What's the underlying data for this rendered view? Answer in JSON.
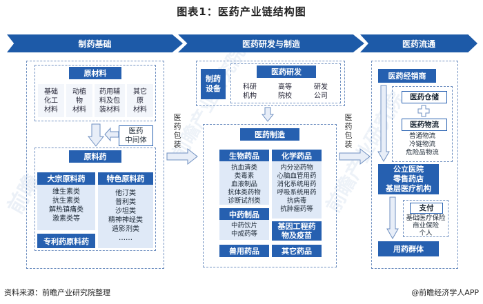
{
  "title": "图表1：医药产业链结构图",
  "stages": [
    "制药基础",
    "医药研发与制造",
    "医药流通"
  ],
  "stage1": {
    "raw_materials": {
      "header": "原材料",
      "items": [
        "基础\n化工\n材料",
        "动植\n物\n材料",
        "药用辅\n料及包\n装材料",
        "其它\n原\n材料"
      ]
    },
    "intermediate": "医药\n中间体",
    "api": {
      "header": "原料药",
      "bulk": {
        "header": "大宗原料药",
        "items": "维生素类\n抗生素类\n解热镇痛类\n激素类等"
      },
      "special": {
        "header": "特色原料药",
        "items": "他汀类\n普利类\n沙坦类\n精神神经类\n造影剂类\n……"
      },
      "patent": "专利药原料药"
    }
  },
  "packaging_label_1": "医\n药\n包\n装",
  "packaging_label_2": "医\n药\n包\n装",
  "stage2": {
    "rd": {
      "side_label": "制药\n设备",
      "header": "医药研发",
      "items": [
        "科研\n机构",
        "高等\n院校",
        "研发\n公司"
      ]
    },
    "mfg": {
      "header": "医药制造",
      "bio": {
        "header": "生物药品",
        "items": "抗血清类\n类毒素\n血液制品\n抗体类药物\n诊断试剂类"
      },
      "chem": {
        "header": "化学药品",
        "items": "内分泌药物\n心脑血管用药\n消化系统用药\n呼吸系统用药\n抗病毒\n抗肿瘤药等"
      },
      "tcm": {
        "header": "中药制品",
        "items": "中药饮片\n中成药等"
      },
      "genetic": "基因工程药\n物及疫苗",
      "vet": "兽用药品",
      "other": "其它药品"
    }
  },
  "stage3": {
    "distributor": "医药经销商",
    "warehouse": "医药仓储",
    "logistics": {
      "header": "医药物流",
      "items": "普通物流\n冷链物流\n危险品物流"
    },
    "outlets": "公立医院\n零售药店\n基层医疗机构",
    "payment": {
      "header": "支付",
      "items": "基础医疗保险\n商业保险\n个人"
    },
    "users": "用药群体"
  },
  "watermarks": [
    "前瞻",
    "前瞻产业研究院",
    "前瞻产业研究院"
  ],
  "footer": {
    "source": "资料来源：前瞻产业研究院整理",
    "brand": "@前瞻经济学人APP"
  },
  "colors": {
    "primary": "#1d5aa8",
    "header": "#2660b0",
    "panel": "#dfe9f7",
    "dash": "#6e8fc0"
  }
}
